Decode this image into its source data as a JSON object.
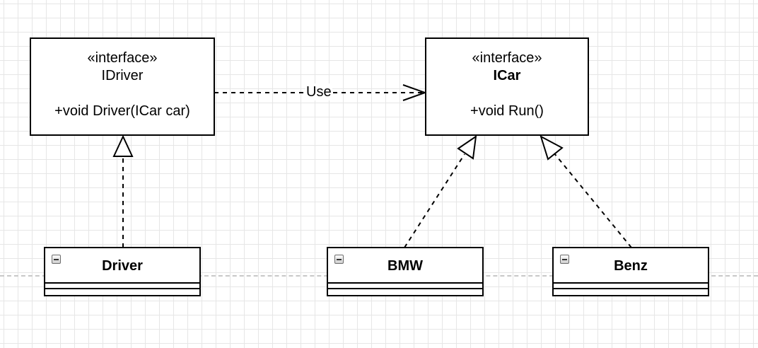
{
  "interfaces": {
    "idriver": {
      "stereotype": "«interface»",
      "name": "IDriver",
      "operation": "+void Driver(ICar car)"
    },
    "icar": {
      "stereotype": "«interface»",
      "name": "ICar",
      "operation": "+void Run()"
    }
  },
  "classes": {
    "driver": {
      "name": "Driver"
    },
    "bmw": {
      "name": "BMW"
    },
    "benz": {
      "name": "Benz"
    }
  },
  "relations": {
    "dependency_label": "Use"
  }
}
